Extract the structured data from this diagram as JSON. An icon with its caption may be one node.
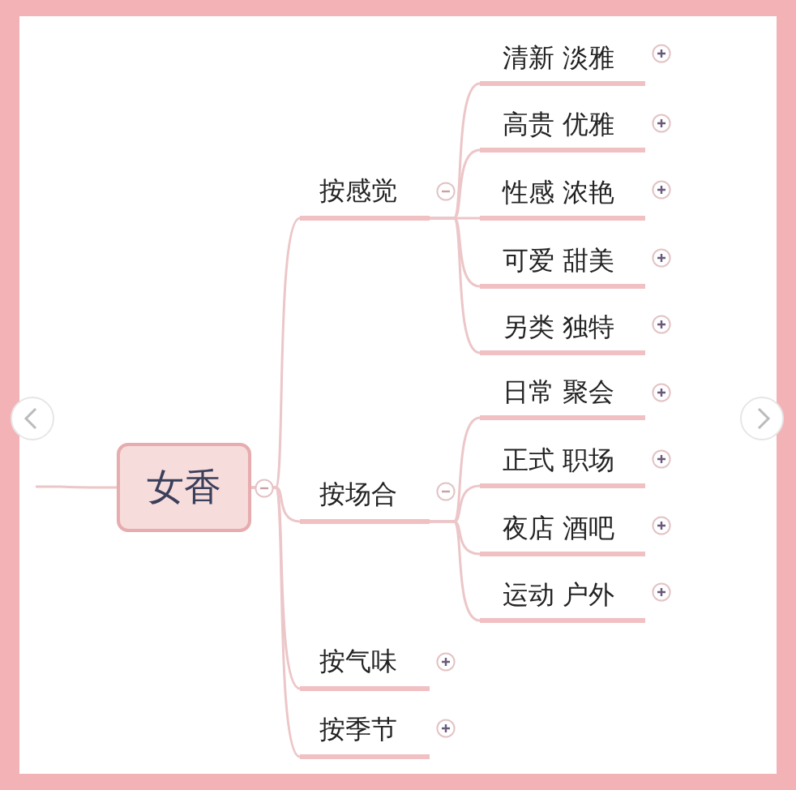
{
  "diagram": {
    "nodes": [
      {
        "text": [
          "女香"
        ]
      },
      {
        "text": [
          "按感觉"
        ]
      },
      {
        "text": [
          "清新 淡雅"
        ]
      },
      {
        "text": [
          "高贵 优雅"
        ]
      },
      {
        "text": [
          "性感 浓艳"
        ]
      },
      {
        "text": [
          "可爱 甜美"
        ]
      },
      {
        "text": [
          "另类 独特"
        ]
      },
      {
        "text": [
          "按场合"
        ]
      },
      {
        "text": [
          "日常 聚会"
        ]
      },
      {
        "text": [
          "正式 职场"
        ]
      },
      {
        "text": [
          "夜店 酒吧"
        ]
      },
      {
        "text": [
          "运动 户外"
        ]
      },
      {
        "text": [
          "按气味"
        ]
      },
      {
        "text": [
          "按季节"
        ]
      }
    ],
    "edges": [
      {
        "from": null,
        "to": 0,
        "arrow": "none"
      },
      {
        "from": 0,
        "to": 1,
        "arrow": "none"
      },
      {
        "from": 0,
        "to": 7,
        "arrow": "none"
      },
      {
        "from": 0,
        "to": 12,
        "arrow": "none"
      },
      {
        "from": 0,
        "to": 13,
        "arrow": "none"
      },
      {
        "from": 1,
        "to": 2,
        "arrow": "none"
      },
      {
        "from": 1,
        "to": 3,
        "arrow": "none"
      },
      {
        "from": 1,
        "to": 4,
        "arrow": "none"
      },
      {
        "from": 1,
        "to": 5,
        "arrow": "none"
      },
      {
        "from": 1,
        "to": 6,
        "arrow": "none"
      },
      {
        "from": 7,
        "to": 8,
        "arrow": "none"
      },
      {
        "from": 7,
        "to": 9,
        "arrow": "none"
      },
      {
        "from": 7,
        "to": 10,
        "arrow": "none"
      },
      {
        "from": 7,
        "to": 11,
        "arrow": "none"
      }
    ]
  }
}
